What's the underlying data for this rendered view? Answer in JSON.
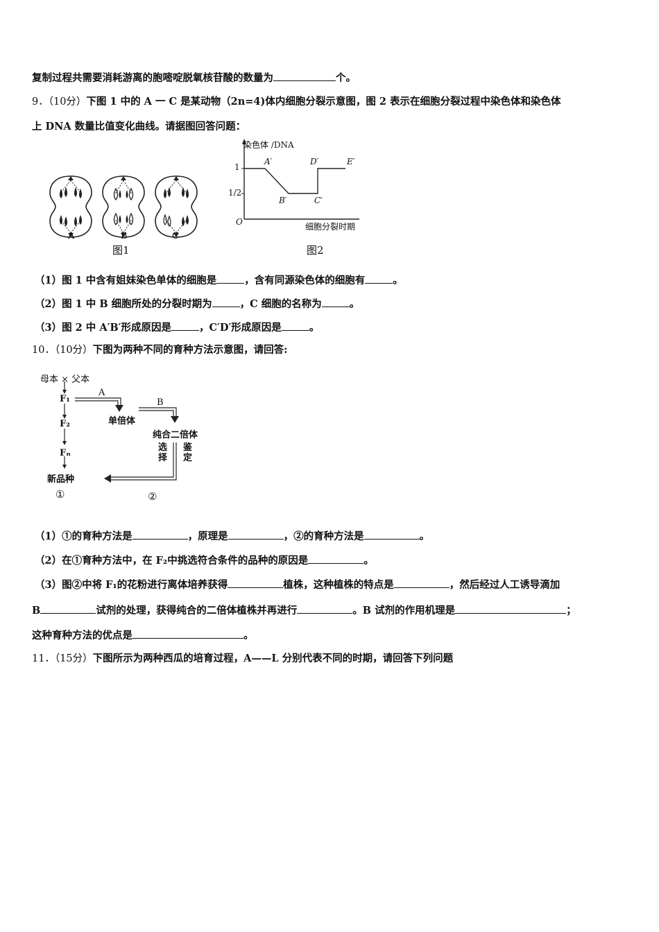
{
  "line_top": {
    "text_before": "复制过程共需要消耗游离的胞嘧啶脱氧核苷酸的数量为",
    "text_after": "个。"
  },
  "q9": {
    "number": "9．",
    "score": "（10分）",
    "stem_line1": "下图 1 中的 A 一 C 是某动物（2n=4)体内细胞分裂示意图，图 2 表示在细胞分裂过程中染色体和染色体",
    "stem_line2": "上 DNA 数量比值变化曲线。请据图回答问题：",
    "fig1": {
      "labels": [
        "A",
        "B",
        "C"
      ],
      "caption": "图1"
    },
    "fig2": {
      "ylabel": "染色体 /DNA",
      "xlabel": "细胞分裂时期",
      "origin": "O",
      "yticks": [
        "1",
        "1/2"
      ],
      "points": [
        "A′",
        "B′",
        "C′",
        "D′",
        "E′"
      ],
      "caption": "图2"
    },
    "sub1": {
      "a": "（1）图 1 中含有姐妹染色单体的细胞是",
      "b": "，含有同源染色体的细胞有",
      "c": "。"
    },
    "sub2": {
      "a": "（2）图 1 中 B 细胞所处的分裂时期为",
      "b": "，C 细胞的名称为",
      "c": "。"
    },
    "sub3": {
      "a": "（3）图 2 中 A′B′形成原因是",
      "b": "，C′D′形成原因是",
      "c": "。"
    }
  },
  "q10": {
    "number": "10．",
    "score": "（10分）",
    "stem": "下图为两种不同的育种方法示意图，请回答:",
    "diagram": {
      "parents": "母本 × 父本",
      "f1": "F₁",
      "f2": "F₂",
      "fn": "Fₙ",
      "new_variety": "新品种",
      "route_a": "A",
      "route_b": "B",
      "haploid": "单倍体",
      "pure_diploid": "纯合二倍体",
      "select": "选择",
      "identify": "鉴定",
      "mark1": "①",
      "mark2": "②"
    },
    "sub1": {
      "a": "（1）①的育种方法是",
      "b": "，原理是",
      "c": "，②的育种方法是",
      "d": "。"
    },
    "sub2": {
      "a": "（2）在①育种方法中，在 F₂中挑选符合条件的品种的原因是",
      "b": "。"
    },
    "sub3_line1": {
      "a": "（3）图②中将 F₁的花粉进行离体培养获得",
      "b": "植株，这种植株的特点是",
      "c": "，然后经过人工诱导滴加"
    },
    "sub3_line2": {
      "a": "B",
      "b": "试剂的处理，获得纯合的二倍体植株并再进行",
      "c": "。B 试剂的作用机理是",
      "d": "；"
    },
    "sub3_line3": {
      "a": "这种育种方法的优点是",
      "b": "。"
    }
  },
  "q11": {
    "number": "11．",
    "score": "（15分）",
    "stem": "下图所示为两种西瓜的培育过程，A——L 分别代表不同的时期，请回答下列问题"
  }
}
